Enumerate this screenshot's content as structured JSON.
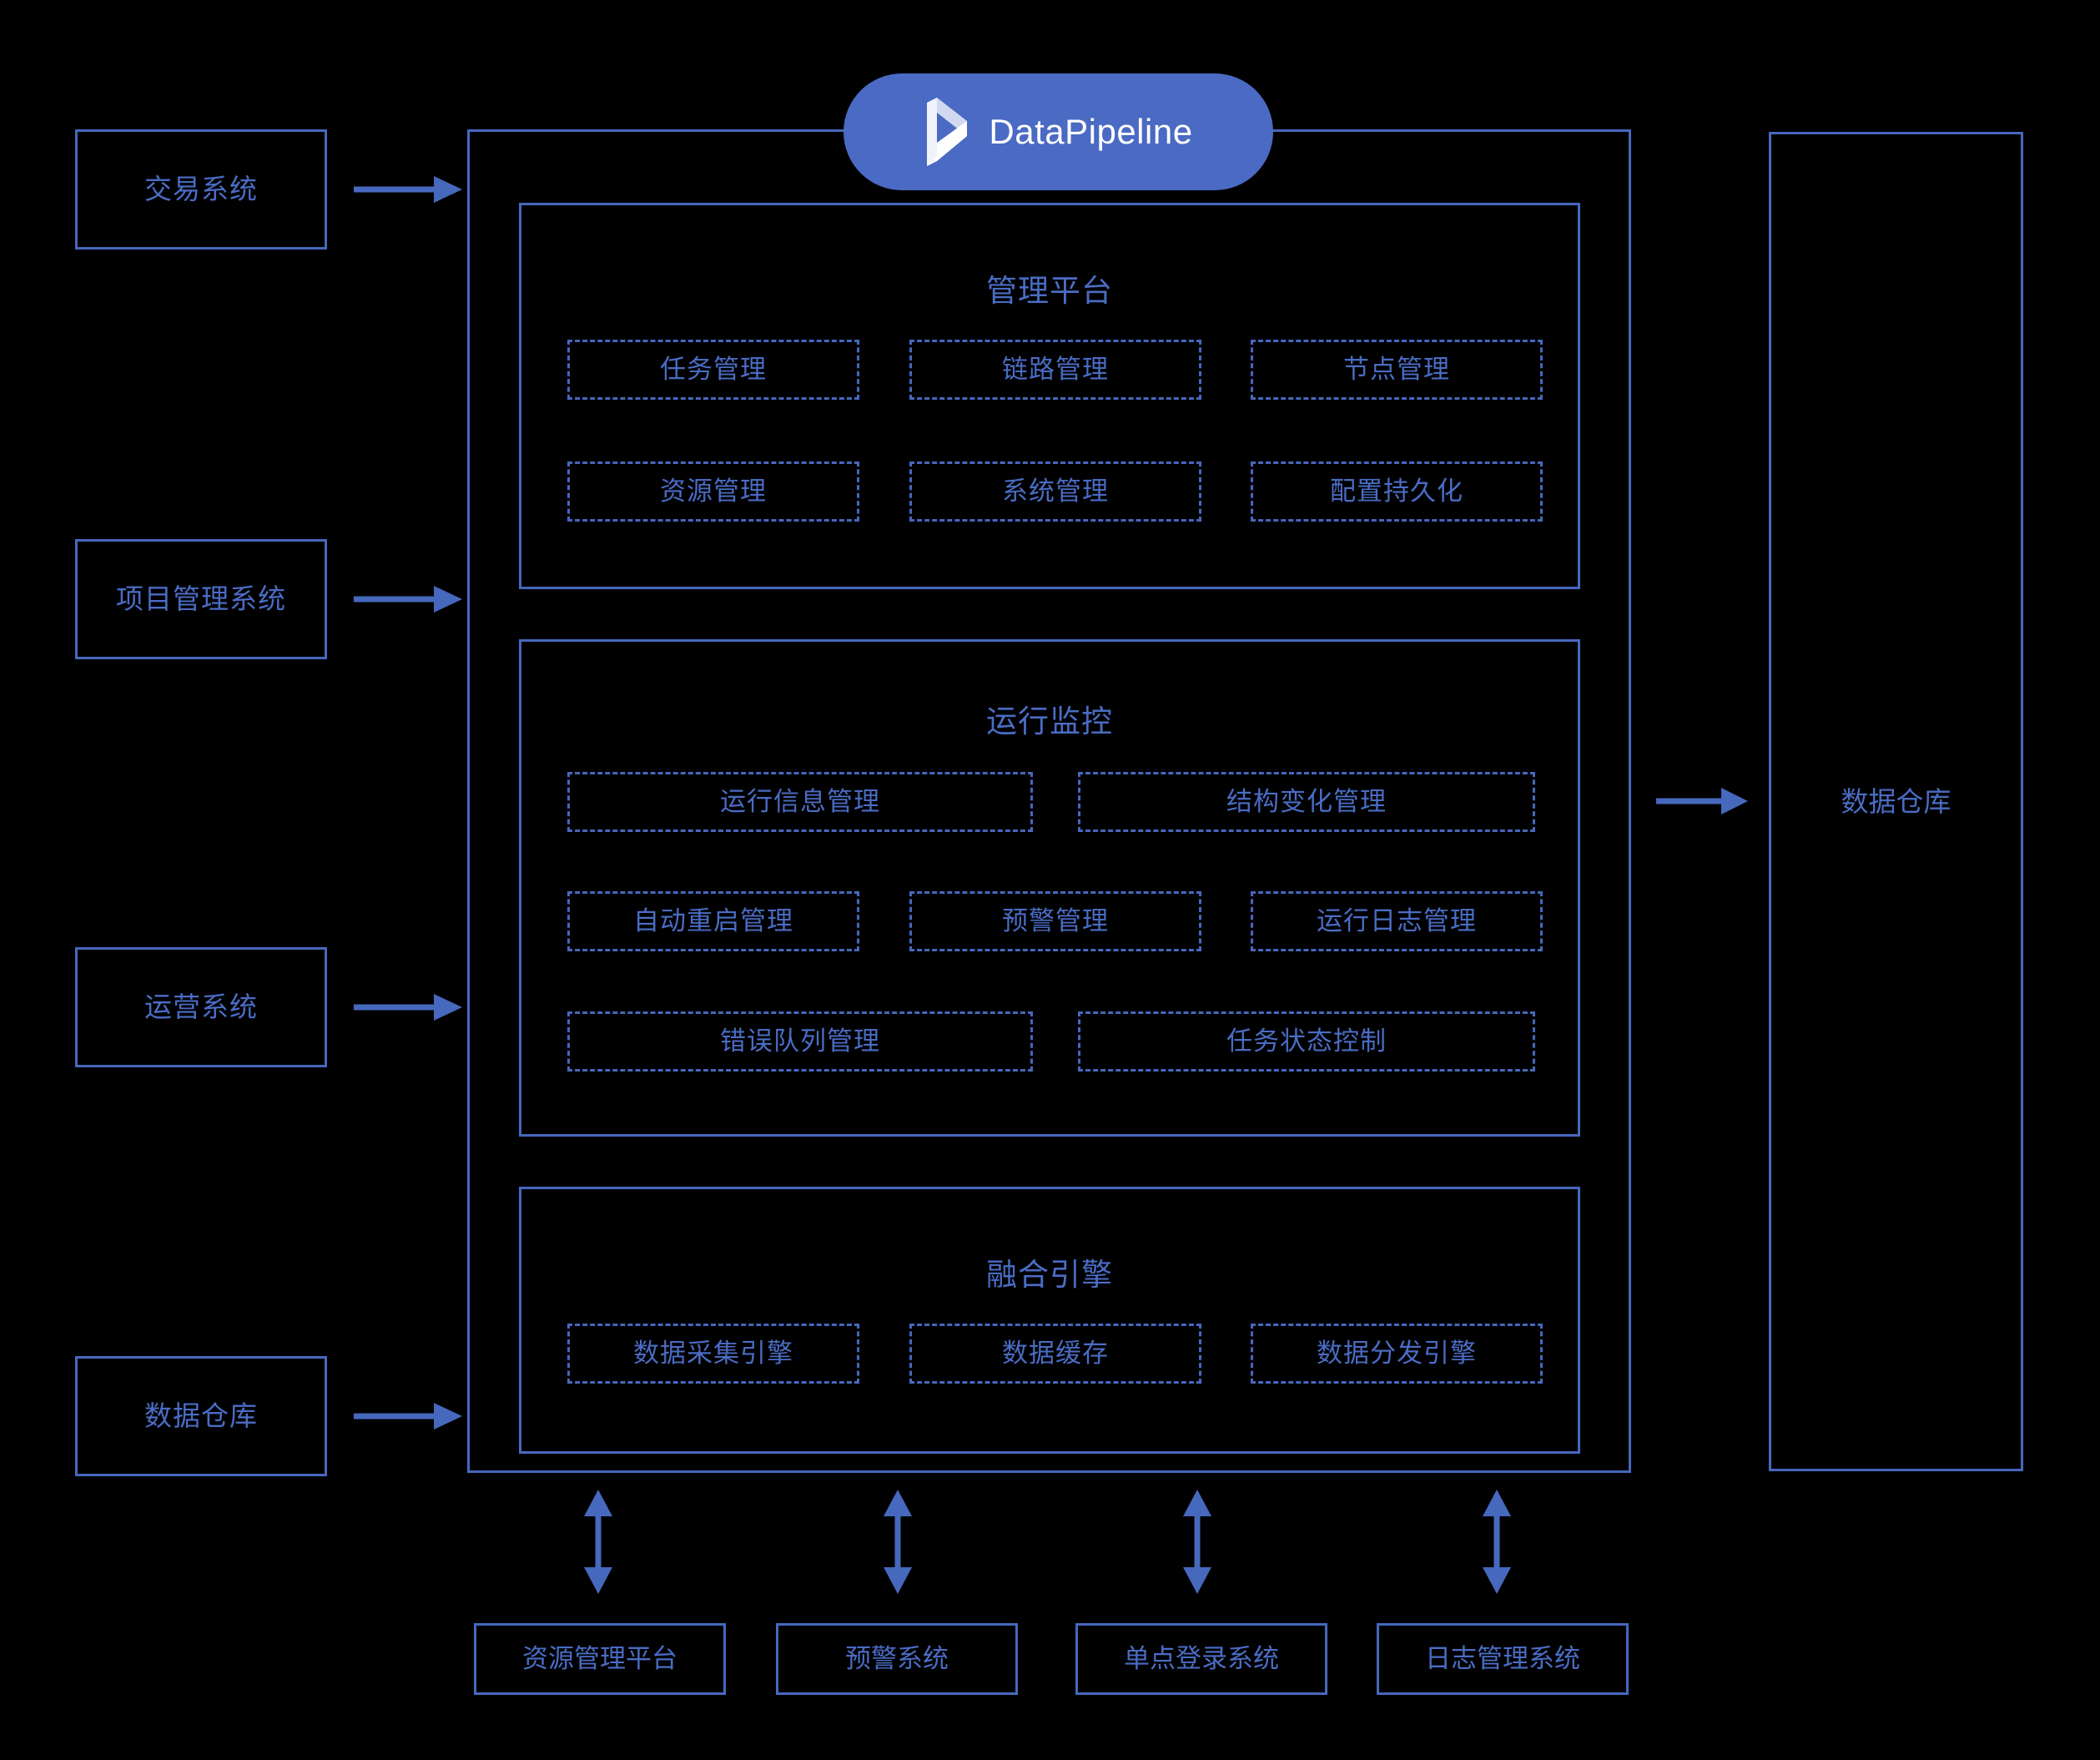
{
  "brand": {
    "name": "DataPipeline",
    "logo_icon": "datapipeline-logo-icon",
    "badge_color": "#4a6ac4"
  },
  "colors": {
    "background": "#000000",
    "line": "#4668bd",
    "text": "#4a6cc4",
    "brand": "#4a6ac4",
    "logo_text": "#ffffff"
  },
  "sources": [
    {
      "label": "交易系统"
    },
    {
      "label": "项目管理系统"
    },
    {
      "label": "运营系统"
    },
    {
      "label": "数据仓库"
    }
  ],
  "target": {
    "label": "数据仓库"
  },
  "sections": [
    {
      "title": "管理平台",
      "rows": [
        [
          {
            "label": "任务管理"
          },
          {
            "label": "链路管理"
          },
          {
            "label": "节点管理"
          }
        ],
        [
          {
            "label": "资源管理"
          },
          {
            "label": "系统管理"
          },
          {
            "label": "配置持久化"
          }
        ]
      ]
    },
    {
      "title": "运行监控",
      "rows": [
        [
          {
            "label": "运行信息管理"
          },
          {
            "label": "结构变化管理"
          }
        ],
        [
          {
            "label": "自动重启管理"
          },
          {
            "label": "预警管理"
          },
          {
            "label": "运行日志管理"
          }
        ],
        [
          {
            "label": "错误队列管理"
          },
          {
            "label": "任务状态控制"
          }
        ]
      ]
    },
    {
      "title": "融合引擎",
      "rows": [
        [
          {
            "label": "数据采集引擎"
          },
          {
            "label": "数据缓存"
          },
          {
            "label": "数据分发引擎"
          }
        ]
      ]
    }
  ],
  "bottom_systems": [
    {
      "label": "资源管理平台"
    },
    {
      "label": "预警系统"
    },
    {
      "label": "单点登录系统"
    },
    {
      "label": "日志管理系统"
    }
  ],
  "connectors": {
    "inbound_arrow_icon": "arrow-right-icon",
    "outbound_arrow_icon": "arrow-right-icon",
    "bidirectional_arrow_icon": "arrow-up-down-icon"
  }
}
